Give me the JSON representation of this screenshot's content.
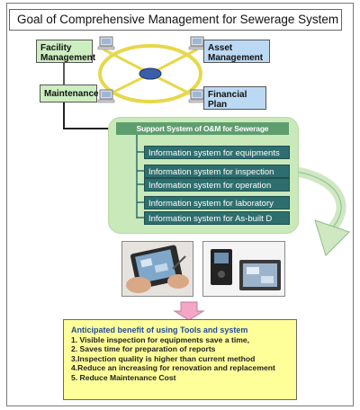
{
  "title": "Goal of Comprehensive Management for Sewerage System",
  "boxes": {
    "facility": "Facility Management",
    "asset": "Asset Management",
    "maintenance": "Maintenance",
    "financial": "Financial Plan"
  },
  "support": {
    "title": "Support System of O&M for Sewerage",
    "items": [
      "Information system for equipments",
      "Information system for inspection",
      "Information system for operation",
      "Information system for laboratory",
      "Information system for As-built D"
    ]
  },
  "benefits": {
    "heading": "Anticipated benefit of using Tools and system",
    "items": [
      "1. Visible inspection for equipments save a time,",
      "2. Saves time for preparation of reports",
      "3.Inspection quality is higher than current method",
      "4.Reduce an increasing for renovation and replacement",
      "5. Reduce Maintenance Cost"
    ]
  },
  "colors": {
    "green_box": "#cdeec0",
    "blue_box": "#bcd9f3",
    "system_bar": "#2f6e6e",
    "support_bg": "#c9e9ba",
    "benefit_bg": "#ffff99",
    "down_arrow": "#f4a6c6"
  }
}
